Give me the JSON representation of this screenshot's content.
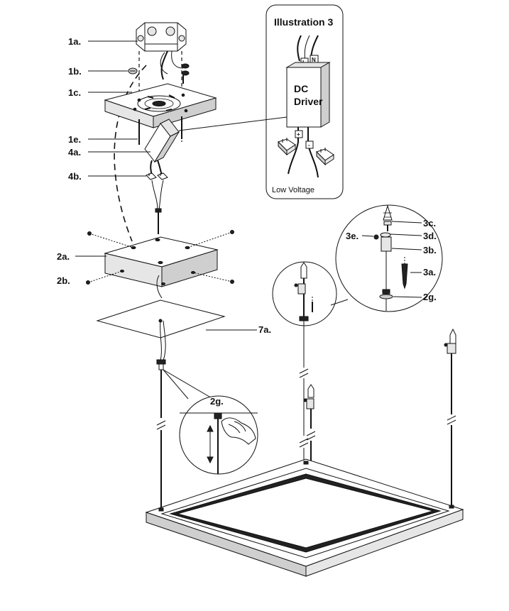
{
  "labels": {
    "l1a": "1a.",
    "l1b": "1b.",
    "l1c": "1c.",
    "l1e": "1e.",
    "l4a": "4a.",
    "l4b": "4b.",
    "l2a": "2a.",
    "l2b": "2b.",
    "l7a": "7a.",
    "l2g_detail": "2g.",
    "l3c": "3c.",
    "l3d": "3d.",
    "l3e": "3e.",
    "l3b": "3b.",
    "l3a": "3a.",
    "l2g_circle": "2g."
  },
  "illustration": {
    "title": "Illustration 3",
    "driver_line1": "DC",
    "driver_line2": "Driver",
    "terminal_l": "L",
    "terminal_n": "N",
    "terminal_plus": "+",
    "terminal_minus": "-",
    "caption": "Low Voltage"
  },
  "colors": {
    "line": "#111111",
    "background": "#ffffff"
  }
}
